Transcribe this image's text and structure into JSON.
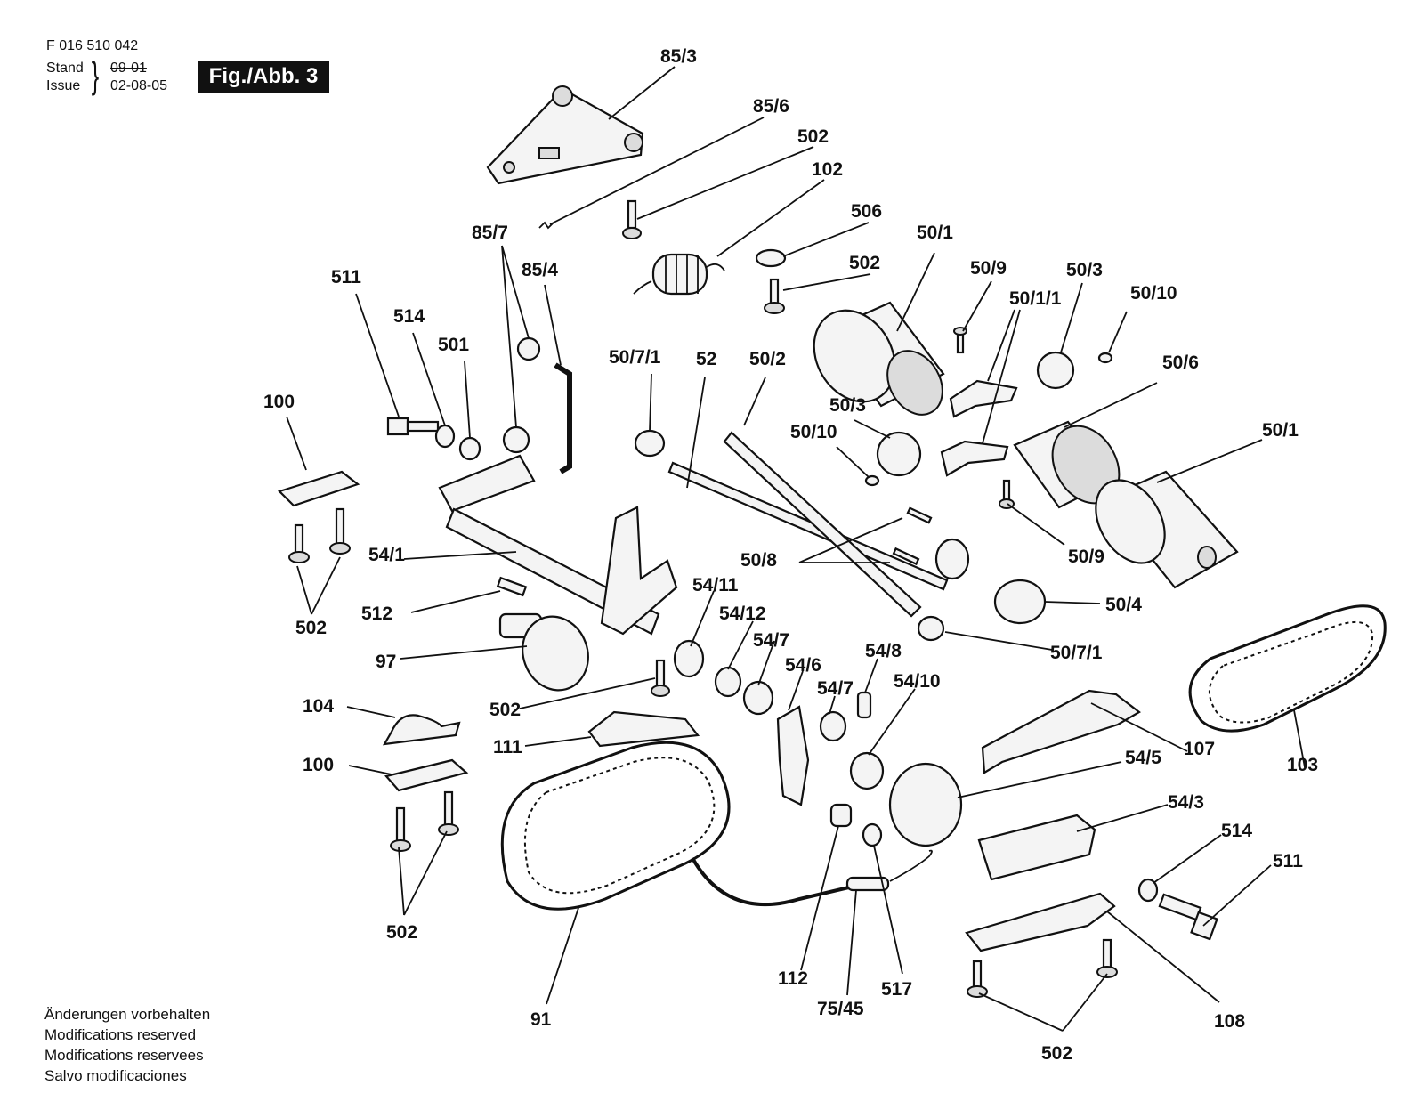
{
  "header": {
    "doc_number": "F 016 510 042",
    "stand_label": "Stand",
    "issue_label": "Issue",
    "stand_date_struck": "09-01",
    "issue_date": "02-08-05",
    "figure_badge": "Fig./Abb. 3"
  },
  "footer": {
    "lines": [
      "Änderungen vorbehalten",
      "Modifications reserved",
      "Modifications reservees",
      "Salvo modificaciones"
    ]
  },
  "callouts": {
    "c853": "85/3",
    "c856": "85/6",
    "c502a": "502",
    "c102": "102",
    "c506": "506",
    "c502b": "502",
    "c857": "85/7",
    "c854": "85/4",
    "c501a": "50/1",
    "c509a": "50/9",
    "c5011": "50/1/1",
    "c503a": "50/3",
    "c5010a": "50/10",
    "c511a": "511",
    "c514a": "514",
    "c501": "501",
    "c100a": "100",
    "c5071a": "50/7/1",
    "c52": "52",
    "c502c": "50/2",
    "c503b": "50/3",
    "c5010b": "50/10",
    "c506b": "50/6",
    "c501b": "50/1",
    "c541": "54/1",
    "c508": "50/8",
    "c509b": "50/9",
    "c502d": "502",
    "c512": "512",
    "c5411": "54/11",
    "c5412": "54/12",
    "c547a": "54/7",
    "c546": "54/6",
    "c548": "54/8",
    "c547b": "54/7",
    "c5410": "54/10",
    "c504": "50/4",
    "c5071b": "50/7/1",
    "c97": "97",
    "c502e": "502",
    "c104": "104",
    "c111": "111",
    "c100b": "100",
    "c107": "107",
    "c103": "103",
    "c545": "54/5",
    "c543": "54/3",
    "c514b": "514",
    "c511b": "511",
    "c502f": "502",
    "c91": "91",
    "c112": "112",
    "c7545": "75/45",
    "c517": "517",
    "c108": "108",
    "c502g": "502"
  }
}
